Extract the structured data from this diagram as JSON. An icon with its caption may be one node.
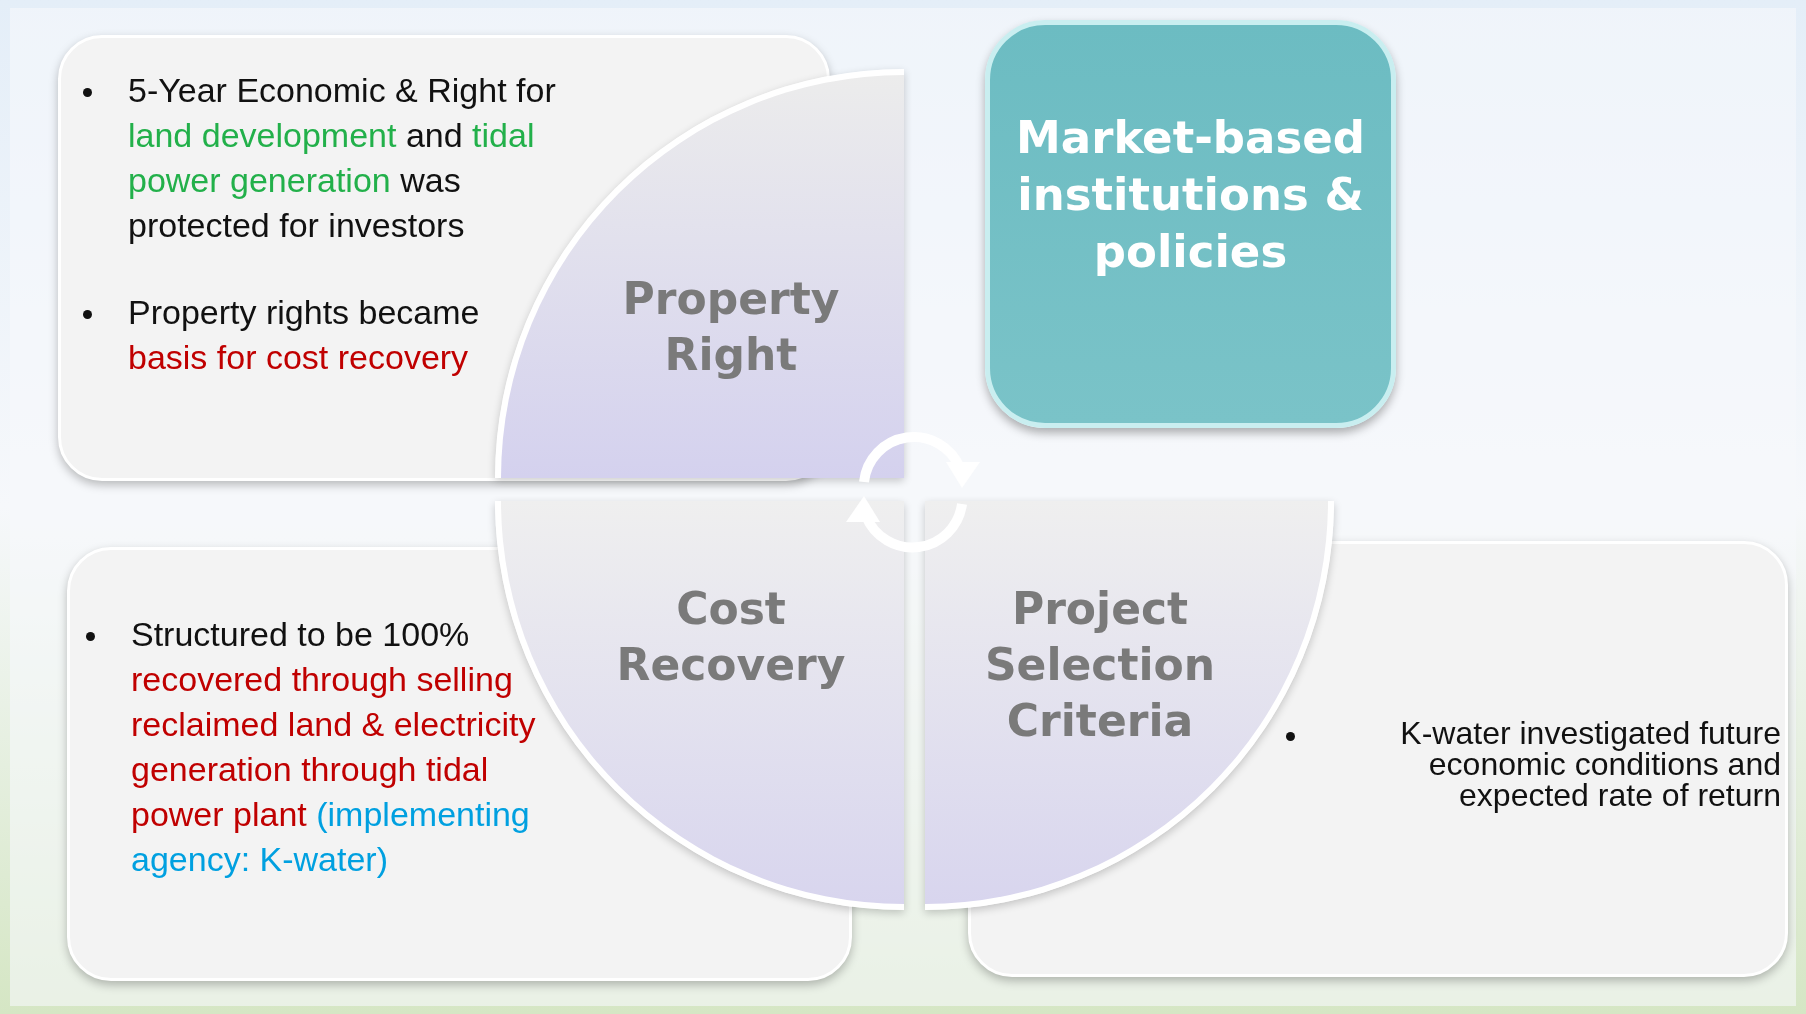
{
  "diagram": {
    "nodes": [
      {
        "text": [
          "5-Year Economic & Right for",
          "land development",
          "and",
          "tidal power generation",
          "was protected for investors",
          "Property rights became",
          "basis for cost recovery"
        ]
      },
      {
        "text": [
          "Property Right"
        ]
      },
      {
        "text": [
          "Market-based institutions & policies"
        ]
      },
      {
        "text": [
          "Cost Recovery"
        ]
      },
      {
        "text": [
          "Project Selection Criteria"
        ]
      },
      {
        "text": [
          "Structured to be 100%",
          "recovered through selling reclaimed land & electricity generation through tidal power plant",
          "(implementing agency: K-water)"
        ]
      },
      {
        "text": [
          "K-water investigated future economic conditions and expected rate of return"
        ]
      }
    ]
  }
}
